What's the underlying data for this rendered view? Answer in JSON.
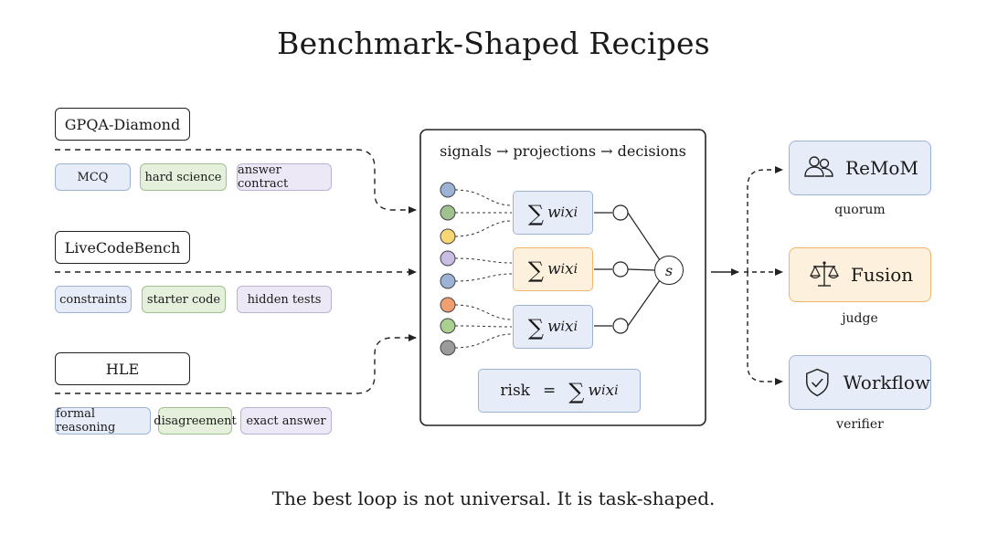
{
  "title": "Benchmark-Shaped Recipes",
  "footer": "The best loop is not universal. It is task-shaped.",
  "benchmarks": [
    {
      "name": "GPQA-Diamond",
      "tags": [
        "MCQ",
        "hard science",
        "answer contract"
      ]
    },
    {
      "name": "LiveCodeBench",
      "tags": [
        "constraints",
        "starter code",
        "hidden tests"
      ]
    },
    {
      "name": "HLE",
      "tags": [
        "formal reasoning",
        "disagreement",
        "exact answer"
      ]
    }
  ],
  "center": {
    "label": "signals → projections → decisions",
    "sum_sign": "∑",
    "weighted_w": "w",
    "weighted_x": "x",
    "sub_i": "i",
    "node_label": "s",
    "risk_label": "risk",
    "risk_eq": "="
  },
  "signal_colors": [
    "#9db3d6",
    "#9fc28e",
    "#f7d774",
    "#c9bde3",
    "#9db3d6",
    "#f0a070",
    "#a9d08e",
    "#9b9b9b"
  ],
  "outputs": [
    {
      "name": "ReMoM",
      "sub": "quorum",
      "icon": "users-icon"
    },
    {
      "name": "Fusion",
      "sub": "judge",
      "icon": "scales-icon"
    },
    {
      "name": "Workflow",
      "sub": "verifier",
      "icon": "shield-check-icon"
    }
  ]
}
